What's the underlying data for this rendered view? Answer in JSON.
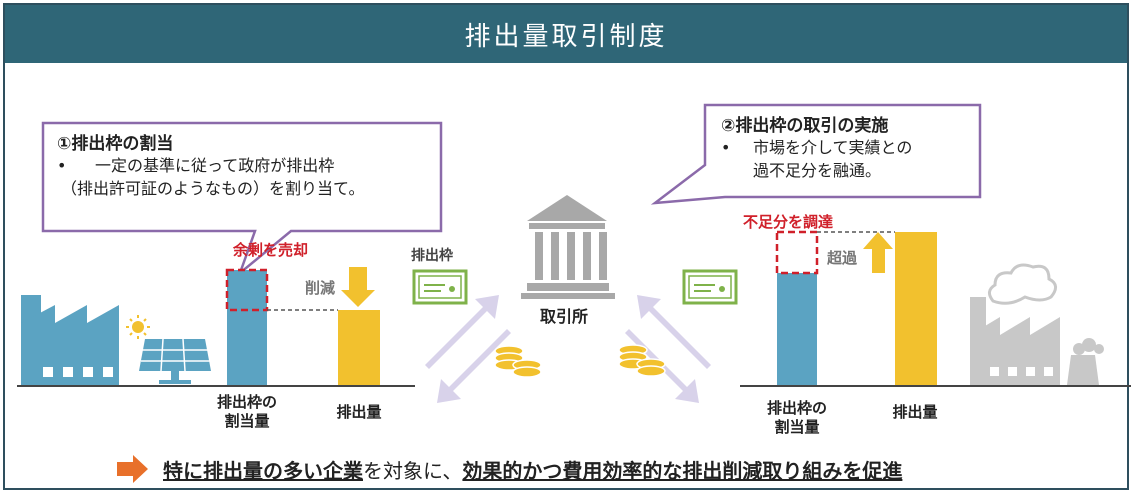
{
  "title": "排出量取引制度",
  "callout_left": {
    "heading": "①排出枠の割当",
    "bullet_mark": "•",
    "line1": "一定の基準に従って政府が排出枠",
    "line2": "（排出許可証のようなもの）を割り当て。"
  },
  "callout_right": {
    "heading": "②排出枠の取引の実施",
    "bullet_mark": "•",
    "line1": "市場を介して実績との",
    "line2": "過不足分を融通。"
  },
  "left_company": {
    "surplus_label": "余剰を売却",
    "reduction_label": "削減",
    "bar1_label_line1": "排出枠の",
    "bar1_label_line2": "割当量",
    "bar2_label": "排出量"
  },
  "right_company": {
    "shortage_label": "不足分を調達",
    "excess_label": "超過",
    "bar1_label_line1": "排出枠の",
    "bar1_label_line2": "割当量",
    "bar2_label": "排出量"
  },
  "center": {
    "exchange_label": "取引所",
    "allowance_label": "排出枠"
  },
  "footer": {
    "part1": "特に排出量の多い企業",
    "part2": "を対象に、",
    "part3": "効果的かつ費用効率的な排出削減取り組みを促進"
  },
  "colors": {
    "title_bg": "#2f6677",
    "allowance_bar": "#5ba3c2",
    "emission_bar": "#f2c12e",
    "callout_border": "#8b6aaa",
    "highlight_red": "#d0202a",
    "green_certificate": "#7fb24a",
    "arrow_orange": "#e8702a"
  }
}
